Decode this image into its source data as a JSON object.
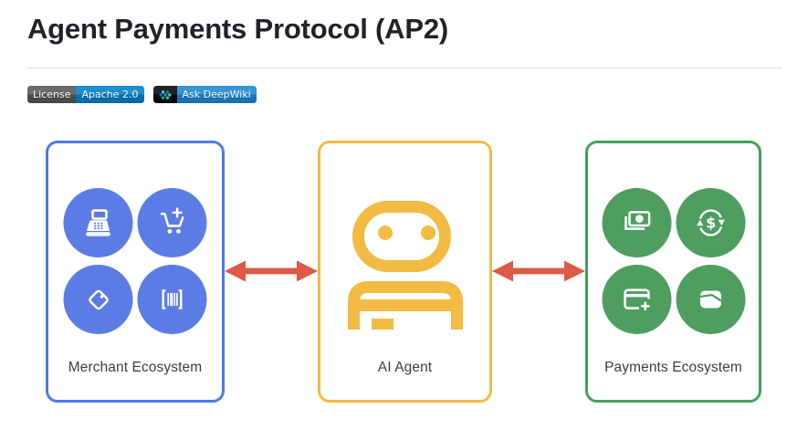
{
  "header": {
    "title": "Agent Payments Protocol (AP2)"
  },
  "badges": {
    "license": {
      "label": "License",
      "value": "Apache 2.0",
      "label_bg": "#555555",
      "value_bg": "#007ec6"
    },
    "deepwiki": {
      "label": "Ask DeepWiki",
      "icon": "deepwiki-logo-icon",
      "icon_bg": "#060606",
      "label_bg": "#1d86d0"
    }
  },
  "diagram": {
    "connector_color": "#dc5a46",
    "connectors": [
      {
        "from": "Merchant Ecosystem",
        "to": "AI Agent",
        "type": "double-arrow"
      },
      {
        "from": "AI Agent",
        "to": "Payments Ecosystem",
        "type": "double-arrow"
      }
    ],
    "boxes": [
      {
        "label": "Merchant Ecosystem",
        "accent": "#4d79ea",
        "circle_color": "#5b7ce5",
        "icons": [
          "cash-register",
          "add-shopping-cart",
          "price-tag",
          "barcode"
        ]
      },
      {
        "label": "AI Agent",
        "accent": "#f2bb43",
        "icons": [
          "robot"
        ]
      },
      {
        "label": "Payments Ecosystem",
        "accent": "#43a05c",
        "circle_color": "#4f9e60",
        "icons": [
          "banknote",
          "currency-exchange",
          "add-card",
          "wallet"
        ]
      }
    ]
  }
}
